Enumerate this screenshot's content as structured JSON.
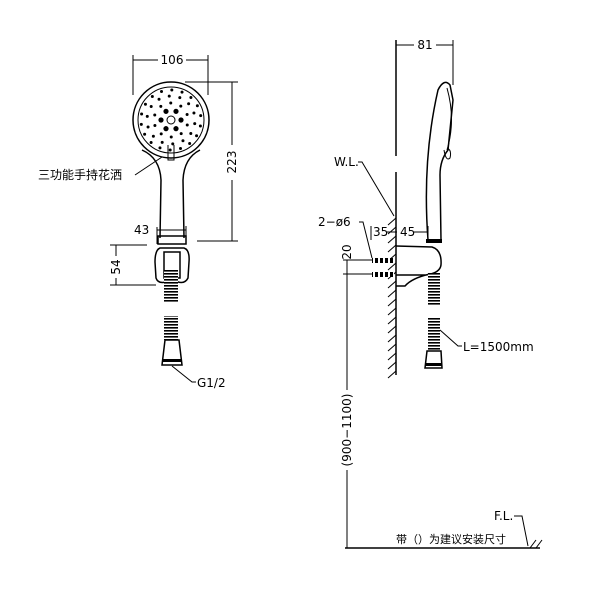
{
  "front_view": {
    "dim_width": "106",
    "dim_height": "223",
    "dim_handle": "43",
    "dim_holder": "54",
    "label_handshower": "三功能手持花洒",
    "label_thread": "G1/2"
  },
  "side_view": {
    "dim_depth": "81",
    "label_wall": "W.L.",
    "label_anchor": "2−ø6",
    "dim_35": "35",
    "dim_45": "45",
    "dim_20": "20",
    "dim_install_height": "(900−1100)",
    "label_hose": "L=1500mm",
    "label_floor": "F.L.",
    "note": "带（）为建议安装尺寸"
  }
}
